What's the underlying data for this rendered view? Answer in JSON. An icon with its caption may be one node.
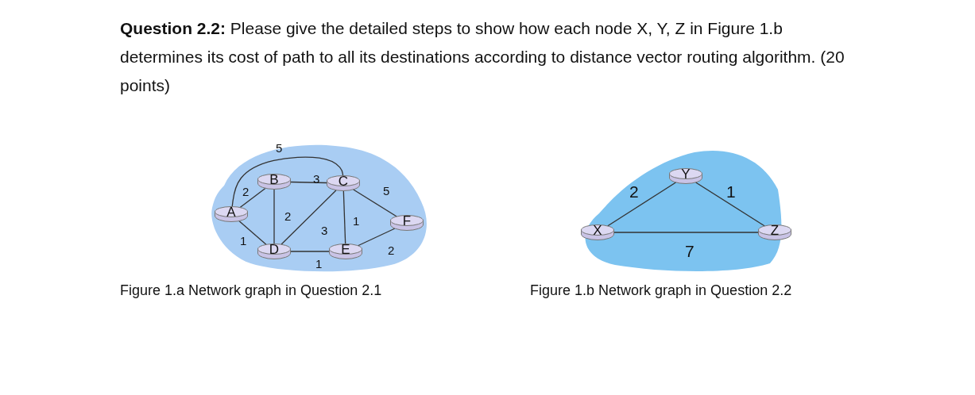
{
  "diagram": {
    "title": "**Question 2.2:** Please give the detailed steps to show how each node X, Y, Z in Figure 1.b determines its cost of path to all its destinations according to distance vector routing algorithm. (20 points)",
    "nodes": [
      {
        "text": [],
        "shape": "cloud"
      },
      {
        "text": [
          "A"
        ],
        "in": 0
      },
      {
        "text": [
          "B"
        ],
        "in": 0
      },
      {
        "text": [
          "C"
        ],
        "in": 0
      },
      {
        "text": [
          "D"
        ],
        "in": 0
      },
      {
        "text": [
          "E"
        ],
        "in": 0
      },
      {
        "text": [
          "F"
        ],
        "in": 0
      },
      {
        "text": [],
        "shape": "cloud"
      },
      {
        "text": [
          "Y"
        ],
        "in": 7
      },
      {
        "text": [
          "X"
        ],
        "in": 7
      },
      {
        "text": [
          "Z"
        ],
        "in": 7
      }
    ],
    "edges": [
      {
        "from": 1,
        "to": 2,
        "arrow": "none",
        "label": "2"
      },
      {
        "from": 1,
        "to": 3,
        "arrow": "none",
        "label": "5"
      },
      {
        "from": 2,
        "to": 3,
        "arrow": "none",
        "label": "3"
      },
      {
        "from": 2,
        "to": 4,
        "arrow": "none",
        "label": "2"
      },
      {
        "from": 1,
        "to": 4,
        "arrow": "none",
        "label": "1"
      },
      {
        "from": 4,
        "to": 3,
        "arrow": "none",
        "label": "3"
      },
      {
        "from": 3,
        "to": 5,
        "arrow": "none",
        "label": "1"
      },
      {
        "from": 3,
        "to": 6,
        "arrow": "none",
        "label": "5"
      },
      {
        "from": 4,
        "to": 5,
        "arrow": "none",
        "label": "1"
      },
      {
        "from": 5,
        "to": 6,
        "arrow": "none",
        "label": "2"
      },
      {
        "from": 9,
        "to": 8,
        "arrow": "none",
        "label": "2"
      },
      {
        "from": 8,
        "to": 10,
        "arrow": "none",
        "label": "1"
      },
      {
        "from": 9,
        "to": 10,
        "arrow": "none",
        "label": "7"
      }
    ],
    "labels": [
      "Figure 1.a Network graph in Question 2.1",
      "Figure 1.b Network graph in Question 2.2"
    ]
  }
}
